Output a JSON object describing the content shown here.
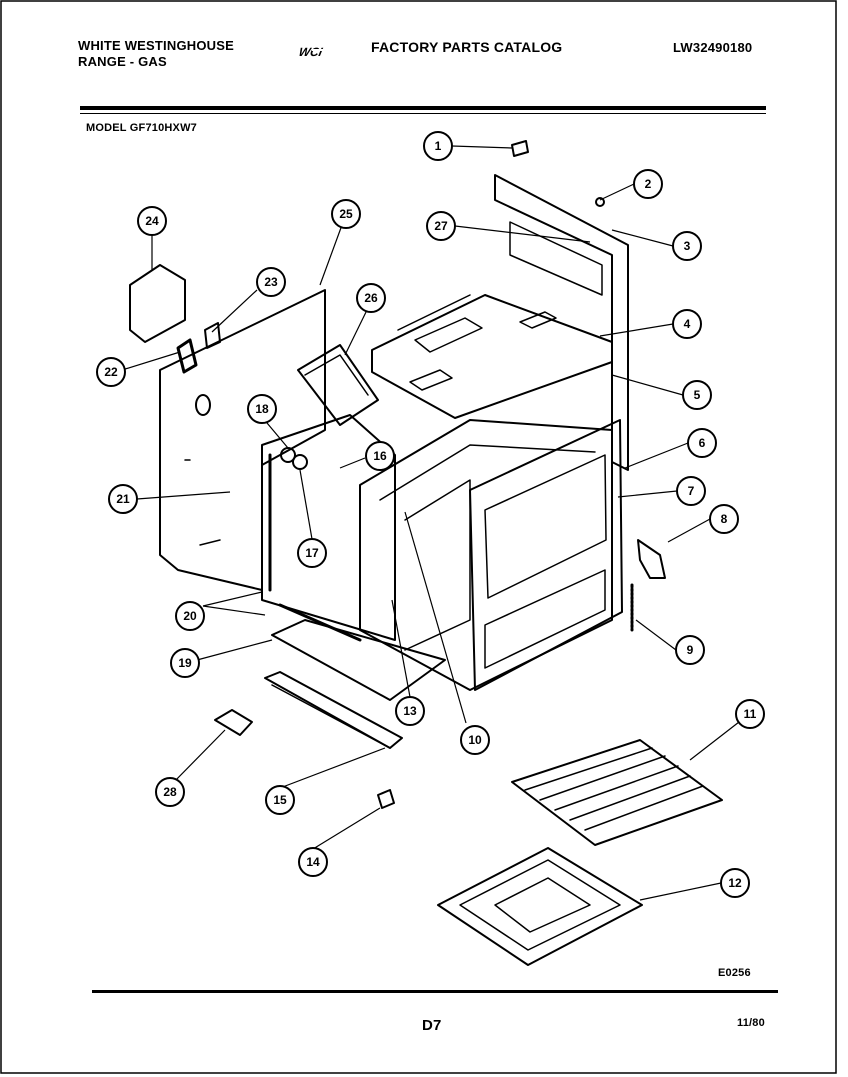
{
  "header": {
    "brand_line1": "WHITE WESTINGHOUSE",
    "brand_line2": "RANGE - GAS",
    "logo_text": "WCI",
    "catalog_title": "FACTORY PARTS CATALOG",
    "doc_number": "LW32490180",
    "model_label": "MODEL GF710HXW7"
  },
  "callouts": [
    "1",
    "2",
    "3",
    "4",
    "5",
    "6",
    "7",
    "8",
    "9",
    "10",
    "11",
    "12",
    "13",
    "14",
    "15",
    "16",
    "17",
    "18",
    "19",
    "20",
    "21",
    "22",
    "23",
    "24",
    "25",
    "26",
    "27",
    "28"
  ],
  "footer": {
    "diagram_code": "E0256",
    "page_id": "D7",
    "date": "11/80"
  }
}
